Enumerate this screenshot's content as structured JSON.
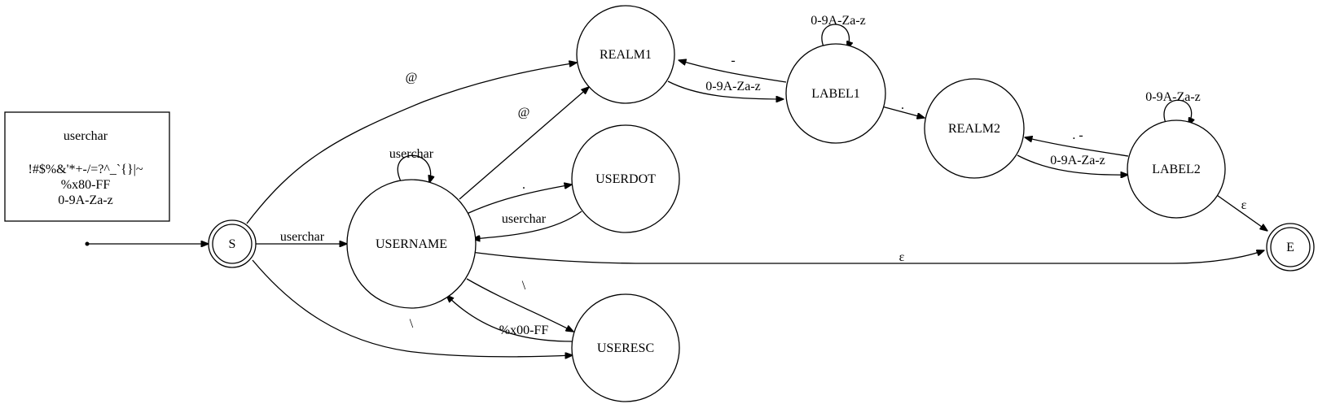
{
  "legend": {
    "title": "userchar",
    "lines": [
      "!#$%&'*+-/=?^_`{}|~",
      "%x80-FF",
      "0-9A-Za-z"
    ]
  },
  "states": {
    "S": "S",
    "USERNAME": "USERNAME",
    "REALM1": "REALM1",
    "USERDOT": "USERDOT",
    "USERESC": "USERESC",
    "LABEL1": "LABEL1",
    "REALM2": "REALM2",
    "LABEL2": "LABEL2",
    "E": "E"
  },
  "transitions": [
    {
      "from": "S",
      "to": "REALM1",
      "label": "@"
    },
    {
      "from": "S",
      "to": "USERNAME",
      "label": "userchar"
    },
    {
      "from": "S",
      "to": "USERESC",
      "label": "\\"
    },
    {
      "from": "USERNAME",
      "to": "USERNAME",
      "label": "userchar"
    },
    {
      "from": "USERNAME",
      "to": "REALM1",
      "label": "@"
    },
    {
      "from": "USERNAME",
      "to": "USERDOT",
      "label": "."
    },
    {
      "from": "USERDOT",
      "to": "USERNAME",
      "label": "userchar"
    },
    {
      "from": "USERNAME",
      "to": "USERESC",
      "label": "\\"
    },
    {
      "from": "USERESC",
      "to": "USERNAME",
      "label": "%x00-FF"
    },
    {
      "from": "USERNAME",
      "to": "E",
      "label": "ε"
    },
    {
      "from": "REALM1",
      "to": "LABEL1",
      "label": "0-9A-Za-z"
    },
    {
      "from": "LABEL1",
      "to": "REALM1",
      "label": "-"
    },
    {
      "from": "LABEL1",
      "to": "LABEL1",
      "label": "0-9A-Za-z"
    },
    {
      "from": "LABEL1",
      "to": "REALM2",
      "label": "."
    },
    {
      "from": "REALM2",
      "to": "LABEL2",
      "label": "0-9A-Za-z"
    },
    {
      "from": "LABEL2",
      "to": "REALM2",
      "label": ". -"
    },
    {
      "from": "LABEL2",
      "to": "LABEL2",
      "label": "0-9A-Za-z"
    },
    {
      "from": "LABEL2",
      "to": "E",
      "label": "ε"
    }
  ]
}
